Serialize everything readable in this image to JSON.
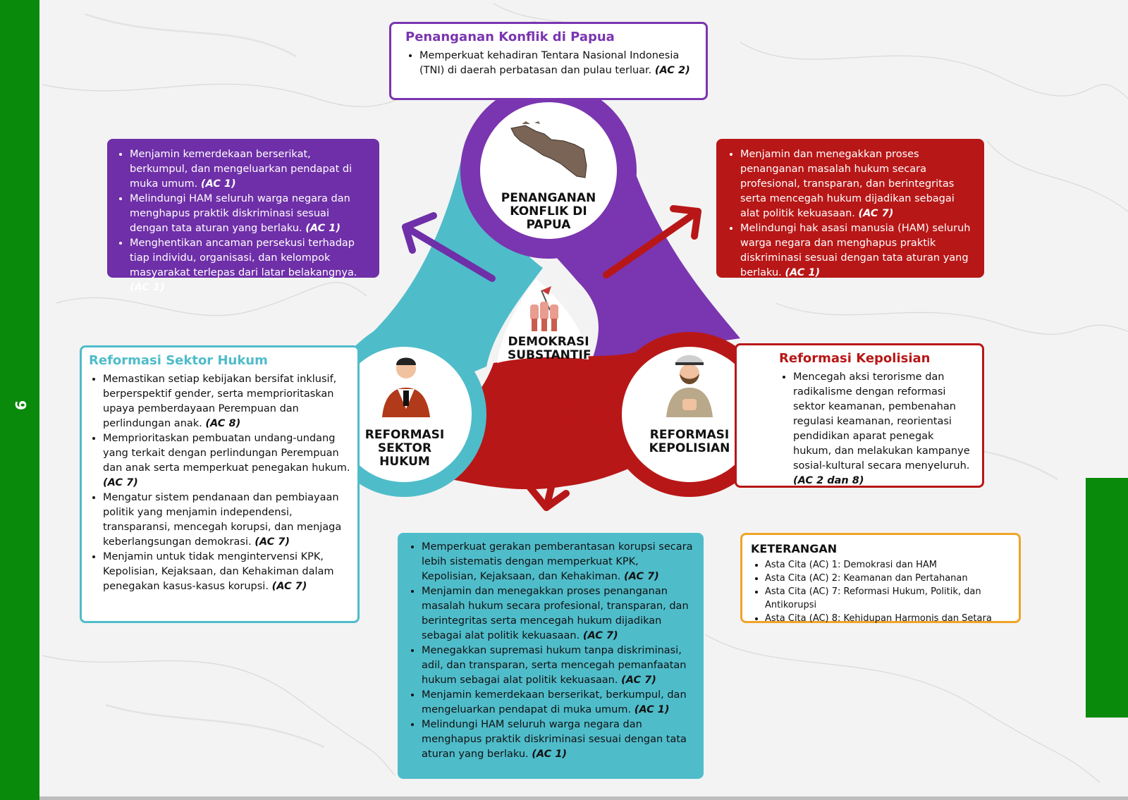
{
  "page": {
    "number": "9"
  },
  "colors": {
    "green": "#0a8a0a",
    "purple": "#6f2fa8",
    "red": "#b81717",
    "teal": "#4fbcca",
    "orange": "#f0a428"
  },
  "center": {
    "label": "DEMOKRASI SUBSTANTIF",
    "icon": "protest-fists-icon"
  },
  "circles": {
    "papua": {
      "label": "PENANGANAN KONFLIK DI PAPUA",
      "icon": "papua-map-icon"
    },
    "hukum": {
      "label": "REFORMASI SEKTOR HUKUM",
      "icon": "judge-icon"
    },
    "kepolisian": {
      "label": "REFORMASI KEPOLISIAN",
      "icon": "police-officer-icon"
    }
  },
  "papua_box": {
    "title": "Penanganan Konflik di Papua",
    "items": [
      {
        "text": "Memperkuat kehadiran Tentara Nasional Indonesia (TNI) di daerah perbatasan dan pulau terluar.",
        "tag": "(AC 2)"
      }
    ]
  },
  "purple_box": {
    "items": [
      {
        "text": "Menjamin kemerdekaan berserikat, berkumpul, dan mengeluarkan pendapat di muka umum.",
        "tag": "(AC 1)"
      },
      {
        "text": "Melindungi HAM seluruh warga negara dan menghapus praktik diskriminasi sesuai dengan tata aturan yang berlaku.",
        "tag": "(AC 1)"
      },
      {
        "text": "Menghentikan ancaman persekusi terhadap tiap individu, organisasi, dan kelompok masyarakat terlepas dari latar belakangnya.",
        "tag": "(AC 1)"
      }
    ]
  },
  "red_box": {
    "items": [
      {
        "text": "Menjamin dan menegakkan proses penanganan masalah hukum secara profesional, transparan, dan berintegritas serta mencegah hukum dijadikan sebagai alat politik kekuasaan.",
        "tag": "(AC 7)"
      },
      {
        "text": "Melindungi hak asasi manusia (HAM) seluruh warga negara dan menghapus praktik diskriminasi sesuai dengan tata aturan yang berlaku.",
        "tag": "(AC 1)"
      }
    ]
  },
  "hukum_box": {
    "title": "Reformasi Sektor Hukum",
    "items": [
      {
        "text": "Memastikan setiap kebijakan bersifat inklusif, berperspektif gender, serta memprioritaskan upaya pemberdayaan Perempuan dan perlindungan anak.",
        "tag": "(AC 8)"
      },
      {
        "text": "Memprioritaskan pembuatan undang-undang yang terkait dengan perlindungan Perempuan dan anak serta memperkuat penegakan hukum.",
        "tag": "(AC 7)"
      },
      {
        "text": "Mengatur sistem pendanaan dan pembiayaan politik yang menjamin independensi, transparansi, mencegah korupsi, dan menjaga keberlangsungan demokrasi.",
        "tag": "(AC 7)"
      },
      {
        "text": "Menjamin untuk tidak mengintervensi KPK, Kepolisian, Kejaksaan, dan Kehakiman dalam penegakan kasus-kasus korupsi.",
        "tag": "(AC 7)"
      }
    ]
  },
  "kepolisian_box": {
    "title": "Reformasi Kepolisian",
    "items": [
      {
        "text": "Mencegah aksi terorisme dan radikalisme dengan reformasi sektor keamanan, pembenahan regulasi keamanan, reorientasi pendidikan aparat penegak hukum, dan melakukan kampanye sosial-kultural secara menyeluruh.",
        "tag": "(AC 2 dan 8)"
      }
    ]
  },
  "teal_box": {
    "items": [
      {
        "text": "Memperkuat gerakan pemberantasan korupsi secara lebih sistematis dengan memperkuat KPK, Kepolisian, Kejaksaan, dan Kehakiman.",
        "tag": "(AC 7)"
      },
      {
        "text": "Menjamin dan menegakkan proses penanganan masalah hukum secara profesional, transparan, dan berintegritas serta mencegah hukum dijadikan sebagai alat politik kekuasaan.",
        "tag": "(AC 7)"
      },
      {
        "text": "Menegakkan supremasi hukum tanpa diskriminasi, adil, dan transparan, serta mencegah pemanfaatan hukum sebagai alat politik kekuasaan.",
        "tag": "(AC 7)"
      },
      {
        "text": "Menjamin kemerdekaan berserikat, berkumpul, dan mengeluarkan pendapat di muka umum.",
        "tag": "(AC 1)"
      },
      {
        "text": "Melindungi HAM seluruh warga negara dan menghapus praktik diskriminasi sesuai dengan tata aturan yang berlaku.",
        "tag": "(AC 1)"
      }
    ]
  },
  "keterangan": {
    "title": "KETERANGAN",
    "items": [
      "Asta Cita (AC) 1: Demokrasi dan HAM",
      "Asta Cita (AC) 2: Keamanan dan Pertahanan",
      "Asta Cita (AC) 7: Reformasi Hukum, Politik, dan Antikorupsi",
      "Asta Cita (AC) 8: Kehidupan Harmonis dan Setara"
    ]
  }
}
